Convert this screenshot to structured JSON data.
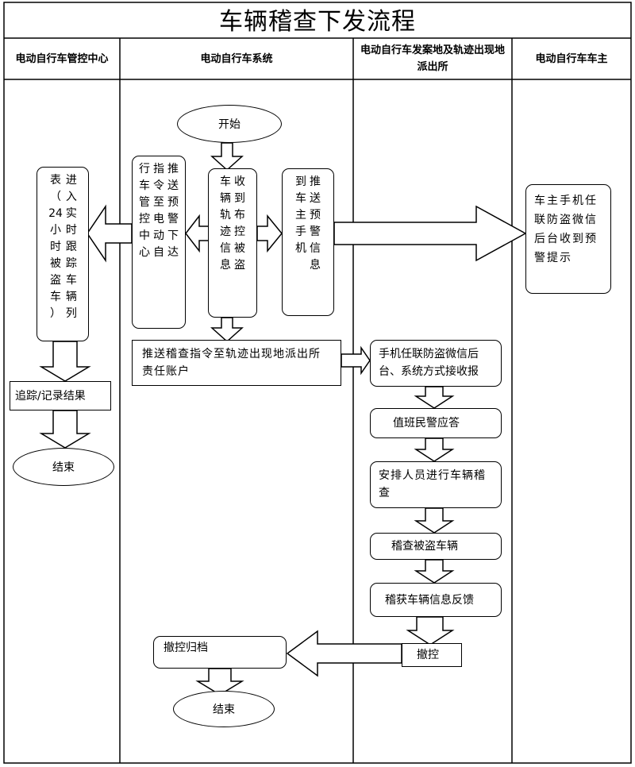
{
  "title": "车辆稽查下发流程",
  "lanes": [
    "电动自行车管控中心",
    "电动自行车系统",
    "电动自行车发案地及轨迹出现地派出所",
    "电动自行车车主"
  ],
  "nodes": {
    "start": "开始",
    "receive": "收到布控被盗车辆轨迹信息",
    "push_center": "推送预警下达指令至电动自行车管控中心",
    "push_owner": "推送预警信息到车主手机",
    "owner_notice": "车主手机任联防盗微信后台收到预警提示",
    "realtime": "进入实时跟踪车辆列表（24小时被盗车）",
    "track": "追踪/记录结果",
    "end_left": "结束",
    "push_police": "推送稽查指令至轨迹出现地派出所责任账户",
    "receive_report": "手机任联防盗微信后台、系统方式接收报",
    "duty": "值班民警应答",
    "arrange": "安排人员进行车辆稽查",
    "inspect": "稽查被盗车辆",
    "feedback": "稽获车辆信息反馈",
    "cancel": "撤控",
    "archive": "撤控归档",
    "end_bottom": "结束"
  }
}
